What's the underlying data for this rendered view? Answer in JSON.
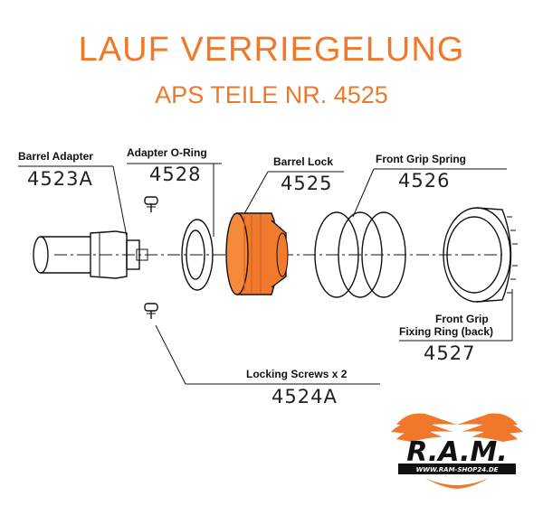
{
  "title": "LAUF VERRIEGELUNG",
  "subtitle": "APS TEILE NR. 4525",
  "parts": [
    {
      "label": "Barrel Adapter",
      "number": "4523A"
    },
    {
      "label": "Adapter O-Ring",
      "number": "4528"
    },
    {
      "label": "Barrel Lock",
      "number": "4525"
    },
    {
      "label": "Front Grip Spring",
      "number": "4526"
    },
    {
      "label_line1": "Front Grip",
      "label_line2": "Fixing Ring (back)",
      "number": "4527"
    },
    {
      "label": "Locking Screws x 2",
      "number": "4524A"
    }
  ],
  "logo": {
    "text": "R.A.M.",
    "url": "WWW.RAM-SHOP24.DE"
  },
  "colors": {
    "accent": "#f0782a",
    "highlight": "#f27a2c",
    "line": "#111111"
  }
}
